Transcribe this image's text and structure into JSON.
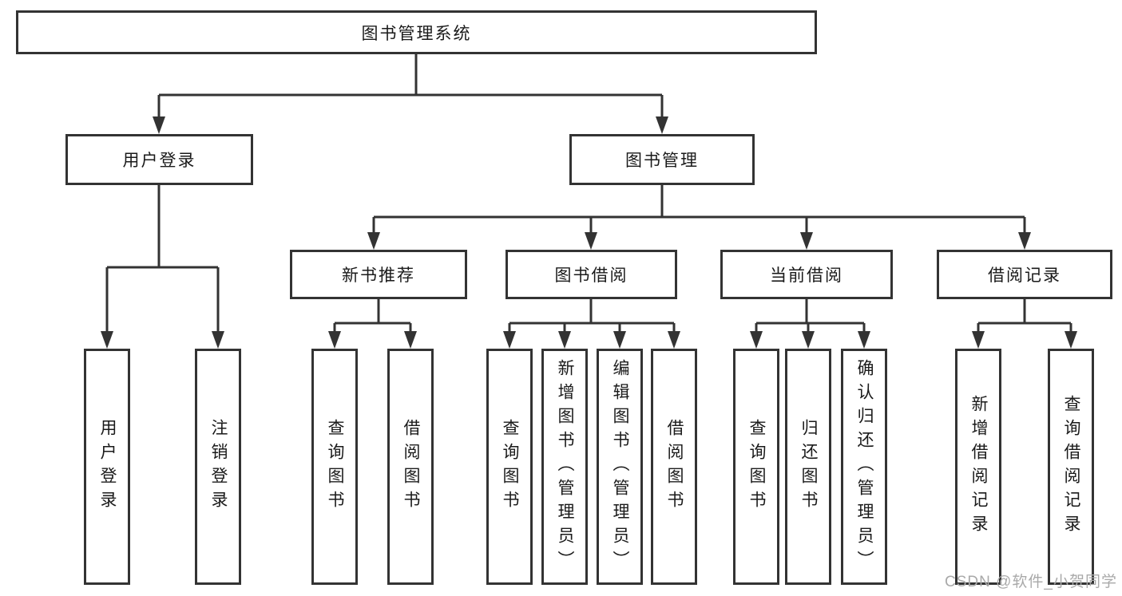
{
  "diagram": {
    "root": {
      "label": "图书管理系统"
    },
    "level2": [
      {
        "id": "user-login",
        "label": "用户登录"
      },
      {
        "id": "book-management",
        "label": "图书管理"
      }
    ],
    "level3": [
      {
        "id": "new-book-recommendation",
        "label": "新书推荐"
      },
      {
        "id": "book-borrowing",
        "label": "图书借阅"
      },
      {
        "id": "current-borrowing",
        "label": "当前借阅"
      },
      {
        "id": "borrowing-records",
        "label": "借阅记录"
      }
    ],
    "leaves": [
      {
        "group": "user-login",
        "label": "用户登录"
      },
      {
        "group": "user-login",
        "label": "注销登录"
      },
      {
        "group": "new-book-recommendation",
        "label": "查询图书"
      },
      {
        "group": "new-book-recommendation",
        "label": "借阅图书"
      },
      {
        "group": "book-borrowing",
        "label": "查询图书"
      },
      {
        "group": "book-borrowing",
        "label": "新增图书（管理员）"
      },
      {
        "group": "book-borrowing",
        "label": "编辑图书（管理员）"
      },
      {
        "group": "book-borrowing",
        "label": "借阅图书"
      },
      {
        "group": "current-borrowing",
        "label": "查询图书"
      },
      {
        "group": "current-borrowing",
        "label": "归还图书"
      },
      {
        "group": "current-borrowing",
        "label": "确认归还（管理员）"
      },
      {
        "group": "borrowing-records",
        "label": "新增借阅记录"
      },
      {
        "group": "borrowing-records",
        "label": "查询借阅记录"
      }
    ]
  },
  "watermark": {
    "text": "CSDN @软件_小贺同学"
  },
  "colors": {
    "line": "#333333",
    "box_border": "#333333",
    "text": "#1a1a1a",
    "watermark": "#a9a9a9",
    "background": "#ffffff"
  }
}
